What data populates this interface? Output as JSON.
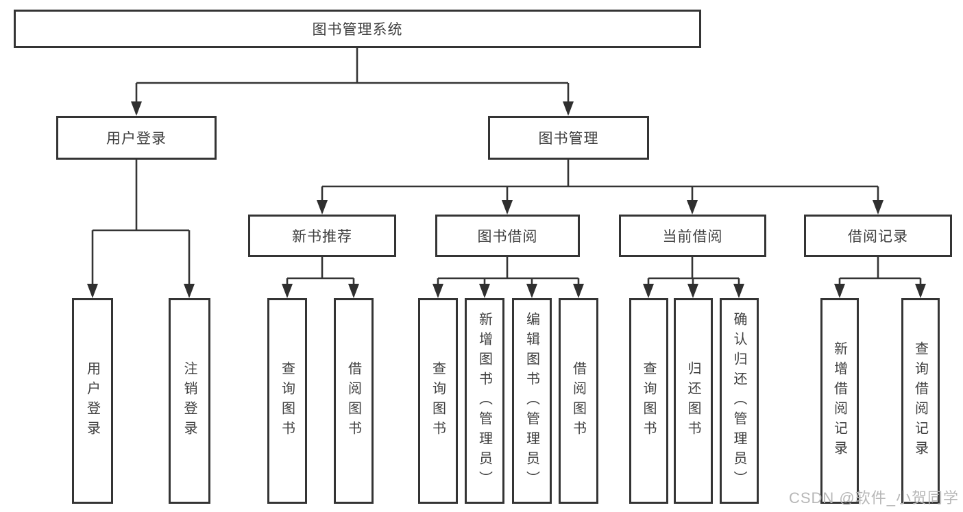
{
  "diagram": {
    "type": "tree",
    "title": "图书管理系统",
    "root": {
      "label": "图书管理系统",
      "children": [
        {
          "label": "用户登录",
          "children": [
            {
              "label": "用户登录"
            },
            {
              "label": "注销登录"
            }
          ]
        },
        {
          "label": "图书管理",
          "children": [
            {
              "label": "新书推荐",
              "children": [
                {
                  "label": "查询图书"
                },
                {
                  "label": "借阅图书"
                }
              ]
            },
            {
              "label": "图书借阅",
              "children": [
                {
                  "label": "查询图书"
                },
                {
                  "label": "新增图书（管理员）"
                },
                {
                  "label": "编辑图书（管理员）"
                },
                {
                  "label": "借阅图书"
                }
              ]
            },
            {
              "label": "当前借阅",
              "children": [
                {
                  "label": "查询图书"
                },
                {
                  "label": "归还图书"
                },
                {
                  "label": "确认归还（管理员）"
                }
              ]
            },
            {
              "label": "借阅记录",
              "children": [
                {
                  "label": "新增借阅记录"
                },
                {
                  "label": "查询借阅记录"
                }
              ]
            }
          ]
        }
      ]
    }
  },
  "watermark": {
    "text": "CSDN @软件_小贺同学"
  },
  "colors": {
    "line": "#343434",
    "box_border": "#343434",
    "box_bg": "#ffffff",
    "text": "#3f3f3f",
    "watermark": "#b7b7b7",
    "background": "#ffffff"
  }
}
